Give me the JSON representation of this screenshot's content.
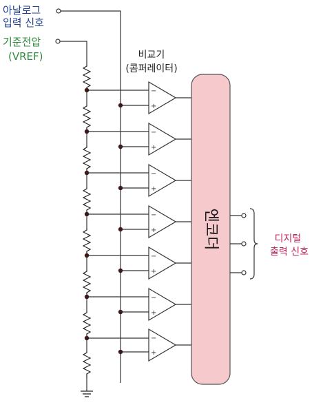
{
  "colors": {
    "analog_label": "#1f3f8f",
    "vref_label": "#2e8b3e",
    "digital_label": "#c0245a",
    "encoder_fill": "#f6c9cd",
    "encoder_stroke": "#555555",
    "wire": "#333333",
    "node": "#3a1a1a"
  },
  "labels": {
    "analog_input": [
      "아날로그",
      "입력 신호"
    ],
    "vref": [
      "기준전압",
      "(VREF)"
    ],
    "comparator": [
      "비교기",
      "(콤퍼레이터)"
    ],
    "encoder": "엔코더",
    "digital_output": [
      "디지털",
      "출력 신호"
    ]
  },
  "comparator_inputs": {
    "inverting": "−",
    "non_inverting": "+"
  },
  "counts": {
    "comparators": 7,
    "resistors": 8,
    "digital_outputs": 3
  }
}
